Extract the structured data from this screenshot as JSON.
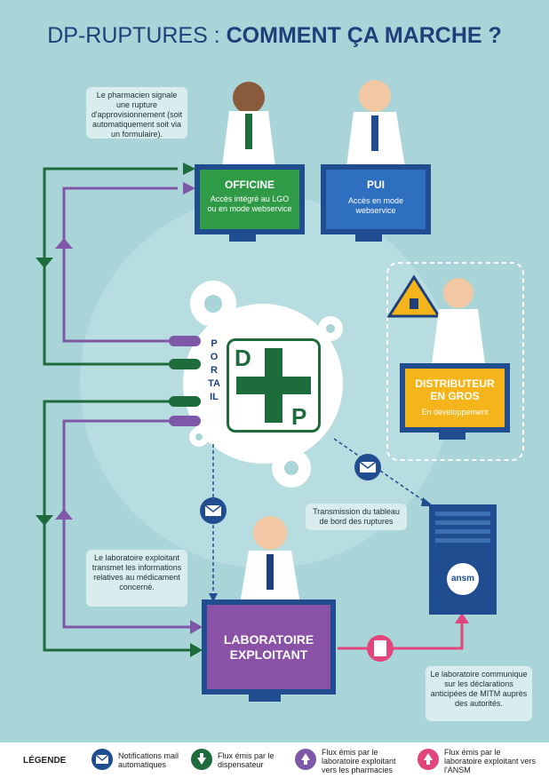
{
  "title": {
    "part1": "DP-RUPTURES : ",
    "part2": "COMMENT ÇA MARCHE ?"
  },
  "bubbles": {
    "pharmacien": "Le pharmacien signale une rupture d'approvisionnement (soit automatiquement soit via un formulaire).",
    "transmission": "Transmission du tableau de bord des ruptures",
    "laboratoire_transmet": "Le laboratoire exploitant transmet les informations relatives au médicament concerné.",
    "laboratoire_communique": "Le laboratoire communique sur les déclarations anticipées de MITM auprès des autorités."
  },
  "nodes": {
    "officine": {
      "title": "OFFICINE",
      "sub": "Accès intégré au LGO ou en mode webservice"
    },
    "pui": {
      "title": "PUI",
      "sub": "Accès en mode webservice"
    },
    "distributeur": {
      "title": "DISTRIBUTEUR EN GROS",
      "sub": "En développement"
    },
    "laboratoire": {
      "title": "LABORATOIRE EXPLOITANT"
    },
    "portail": {
      "label": "PORTAIL",
      "logo_letters": [
        "D",
        "P"
      ]
    },
    "ansm": {
      "label": "ansm"
    }
  },
  "legend": {
    "title": "LÉGENDE",
    "items": [
      {
        "icon": "mail-icon",
        "label": "Notifications mail automatiques",
        "color": "#1f4d8f"
      },
      {
        "icon": "arrow-down-icon",
        "label": "Flux émis par le dispensateur",
        "color": "#1e6b3c"
      },
      {
        "icon": "arrow-up-icon",
        "label": "Flux émis par le laboratoire exploitant vers les pharmacies",
        "color": "#7e57a8"
      },
      {
        "icon": "arrow-up-icon",
        "label": "Flux émis par le laboratoire exploitant vers l'ANSM",
        "color": "#e0457b"
      }
    ]
  },
  "colors": {
    "background": "#a9d5d8",
    "navy": "#1f4d8f",
    "green": "#1e6b3c",
    "purple": "#7e57a8",
    "pink": "#e0457b",
    "officine_screen": "#2f9b47",
    "pui_screen": "#2f6fc0",
    "distributeur_screen": "#f4b41a",
    "laboratoire_screen": "#8a52a6"
  }
}
